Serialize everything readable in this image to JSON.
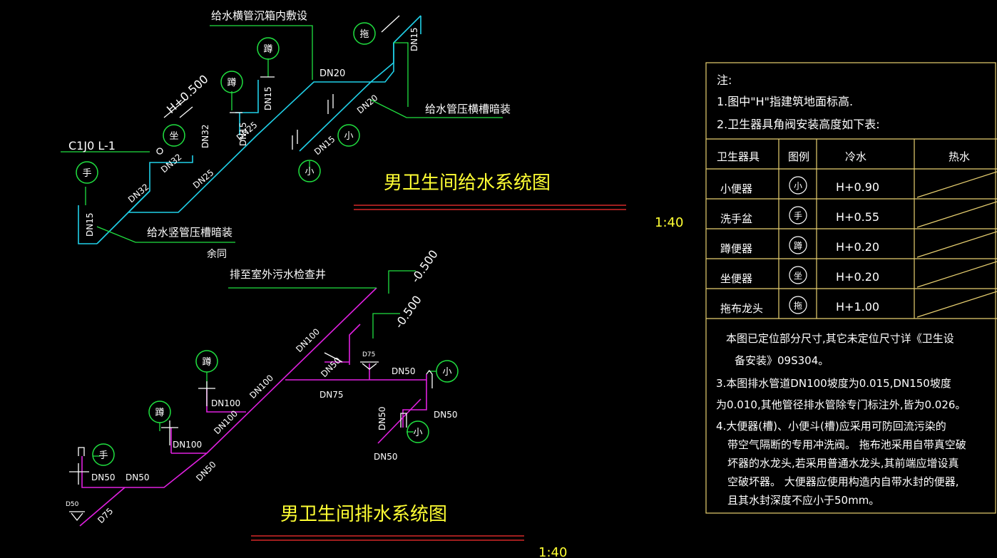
{
  "supply": {
    "title": "男卫生间给水系统图",
    "scale": "1:40",
    "notes": {
      "horiz_pipe": "给水横管沉箱内敷设",
      "pipe_groove": "给水管压横槽暗装",
      "riser_groove": "给水竖管压槽暗装",
      "same": "余同",
      "riser_id": "C1J0 L-1",
      "height": "H+0.500"
    },
    "pipe_labels": [
      "DN20",
      "DN15",
      "DN15",
      "DN25",
      "DN32",
      "DN32",
      "DN25",
      "DN32",
      "DN15",
      "DN20",
      "DN15",
      "DN15"
    ],
    "fixtures": [
      "拖",
      "蹲",
      "蹲",
      "坐",
      "手",
      "小",
      "小"
    ]
  },
  "drain": {
    "title": "男卫生间排水系统图",
    "scale": "1:40",
    "outlet": "排至室外污水检查井",
    "levels": [
      "-0.500",
      "-0.500"
    ],
    "pipe_labels": [
      "DN100",
      "DN100",
      "DN100",
      "DN100",
      "DN100",
      "DN50",
      "DN75",
      "DN50",
      "DN50",
      "DN50",
      "DN50",
      "DN50",
      "DN50",
      "DN50",
      "D75",
      "D50"
    ],
    "fixtures": [
      "蹲",
      "蹲",
      "手",
      "小",
      "小"
    ]
  },
  "notes_panel": {
    "heading": "注:",
    "line1": "1.图中\"H\"指建筑地面标高.",
    "line2": "2.卫生器具角阀安装高度如下表:",
    "table": {
      "headers": [
        "卫生器具",
        "图例",
        "冷水",
        "热水"
      ],
      "rows": [
        {
          "name": "小便器",
          "symbol": "小",
          "cold": "H+0.90"
        },
        {
          "name": "洗手盆",
          "symbol": "手",
          "cold": "H+0.55"
        },
        {
          "name": "蹲便器",
          "symbol": "蹲",
          "cold": "H+0.20"
        },
        {
          "name": "坐便器",
          "symbol": "坐",
          "cold": "H+0.20"
        },
        {
          "name": "拖布龙头",
          "symbol": "拖",
          "cold": "H+1.00"
        }
      ]
    },
    "para": [
      "本图已定位部分尺寸,其它未定位尺寸详《卫生设",
      "备安装》09S304。",
      "3.本图排水管道DN100坡度为0.015,DN150坡度",
      "为0.010,其他管径排水管除专门标注外,皆为0.026。",
      "4.大便器(槽)、小便斗(槽)应采用可防回流污染的",
      "带空气隔断的专用冲洗阀。 拖布池采用自带真空破",
      "坏器的水龙头,若采用普通水龙头,其前端应增设真",
      "空破坏器。 大便器应使用构造内自带水封的便器,",
      "且其水封深度不应小于50mm。"
    ]
  }
}
